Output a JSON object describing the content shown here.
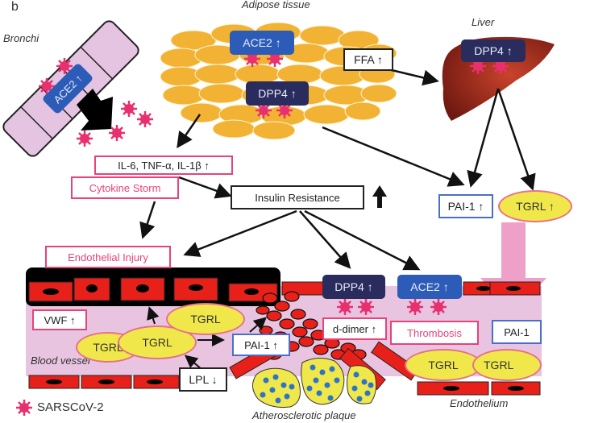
{
  "panel_label": "b",
  "organs": {
    "bronchi": "Bronchi",
    "adipose": "Adipose tissue",
    "liver": "Liver",
    "blood_vessel": "Blood vessel",
    "endothelium": "Endothelium",
    "plaque": "Atherosclerotic plaque"
  },
  "receptors": {
    "bronchi_ace2": "ACE2 ↑",
    "adipose_ace2": "ACE2 ↑",
    "adipose_dpp4": "DPP4 ↑",
    "liver_dpp4": "DPP4 ↑",
    "vessel_dpp4": "DPP4 ↑",
    "vessel_ace2": "ACE2 ↑"
  },
  "boxes": {
    "ffa": "FFA ↑",
    "cytokines": "IL-6, TNF-α, IL-1β ↑",
    "cytokine_storm": "Cytokine Storm",
    "insulin_resistance": "Insulin Resistance",
    "insulin_arrow": "↑",
    "endothelial_injury": "Endothelial Injury",
    "pai1_liver": "PAI-1 ↑",
    "tgrl_liver": "TGRL ↑",
    "vwf": "VWF ↑",
    "pai1_vessel": "PAI-1 ↑",
    "lpl": "LPL ↓",
    "d_dimer": "d-dimer ↑",
    "thrombosis": "Thrombosis",
    "pai1_endo": "PAI-1"
  },
  "tgrl": {
    "a": "TGRL",
    "b": "TGRL",
    "c": "TGRL",
    "d": "TGRL",
    "e": "TGRL"
  },
  "legend": {
    "virus_label": "SARSCoV-2"
  },
  "colors": {
    "ace2": "#2d5cb8",
    "dpp4": "#2a2c5e",
    "virus": "#e8306e",
    "adipose": "#f2b233",
    "liver": "#8a2418",
    "vessel_bg": "#e8c4e0",
    "endothelial_cell": "#e8201a",
    "tgrl": "#f0e84a",
    "pink_border": "#e8427a",
    "blue_border": "#4a6fc9"
  }
}
